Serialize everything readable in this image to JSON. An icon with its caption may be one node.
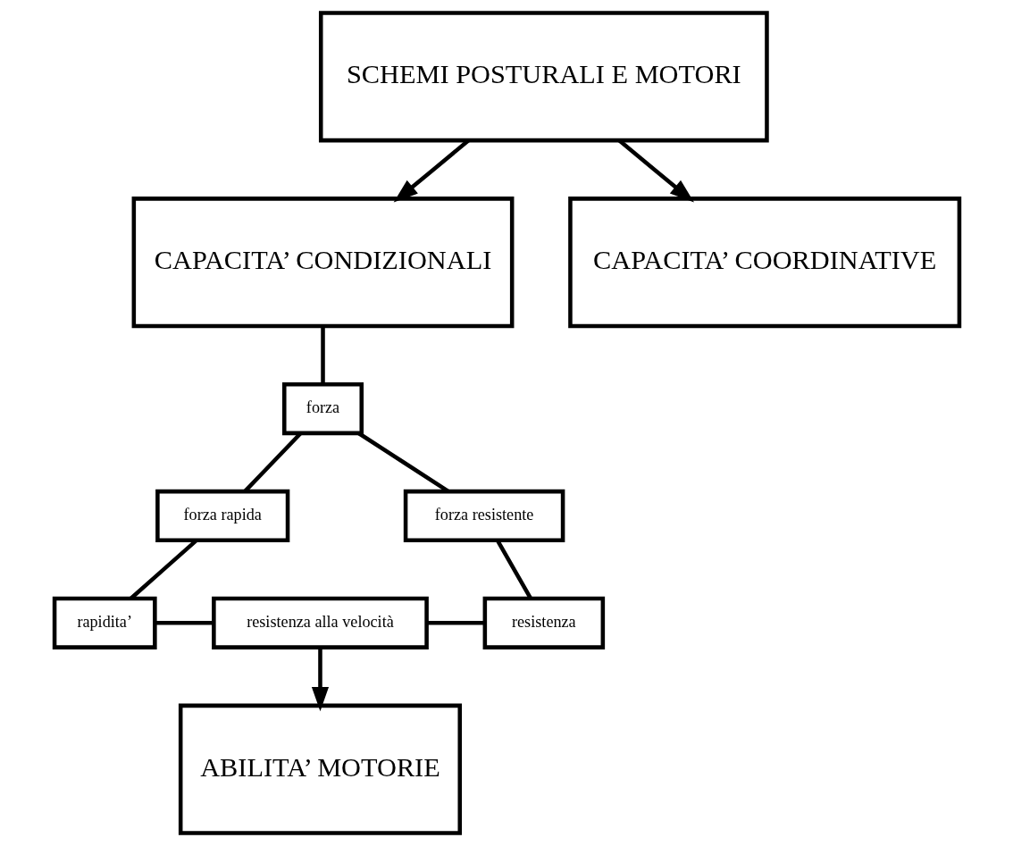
{
  "diagram": {
    "nodes": [
      {
        "text": [
          "SCHEMI POSTURALI E MOTORI"
        ]
      },
      {
        "text": [
          "CAPACITA’ CONDIZIONALI"
        ]
      },
      {
        "text": [
          "CAPACITA’ COORDINATIVE"
        ]
      },
      {
        "text": [
          "forza"
        ]
      },
      {
        "text": [
          "forza rapida"
        ]
      },
      {
        "text": [
          "forza resistente"
        ]
      },
      {
        "text": [
          "rapidita’"
        ]
      },
      {
        "text": [
          "resistenza alla velocità"
        ]
      },
      {
        "text": [
          "resistenza"
        ]
      },
      {
        "text": [
          "ABILITA’ MOTORIE"
        ]
      }
    ],
    "edges": [
      {
        "from": 0,
        "to": 1,
        "arrow": "to"
      },
      {
        "from": 0,
        "to": 2,
        "arrow": "to"
      },
      {
        "from": 1,
        "to": 3,
        "arrow": "none"
      },
      {
        "from": 3,
        "to": 4,
        "arrow": "none"
      },
      {
        "from": 3,
        "to": 5,
        "arrow": "none"
      },
      {
        "from": 4,
        "to": 6,
        "arrow": "none"
      },
      {
        "from": 5,
        "to": 8,
        "arrow": "none"
      },
      {
        "from": 6,
        "to": 7,
        "arrow": "none"
      },
      {
        "from": 7,
        "to": 8,
        "arrow": "none"
      },
      {
        "from": 7,
        "to": 9,
        "arrow": "to"
      }
    ]
  }
}
